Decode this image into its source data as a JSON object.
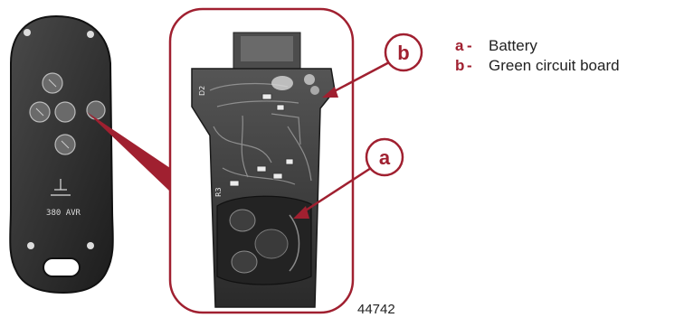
{
  "legend": {
    "items": [
      {
        "letter": "a",
        "dash": "-",
        "text": "Battery"
      },
      {
        "letter": "b",
        "dash": "-",
        "text": "Green circuit board"
      }
    ]
  },
  "callouts": {
    "a": "a",
    "b": "b"
  },
  "remote_labels": {
    "lock_model": "380 AVR"
  },
  "board_labels": {
    "d2": "D2",
    "r3": "R3"
  },
  "figure_number": "44742",
  "colors": {
    "accent": "#a02030",
    "text": "#222222",
    "remote_body": "#2b2b2b",
    "board": "#3a3a3a"
  }
}
